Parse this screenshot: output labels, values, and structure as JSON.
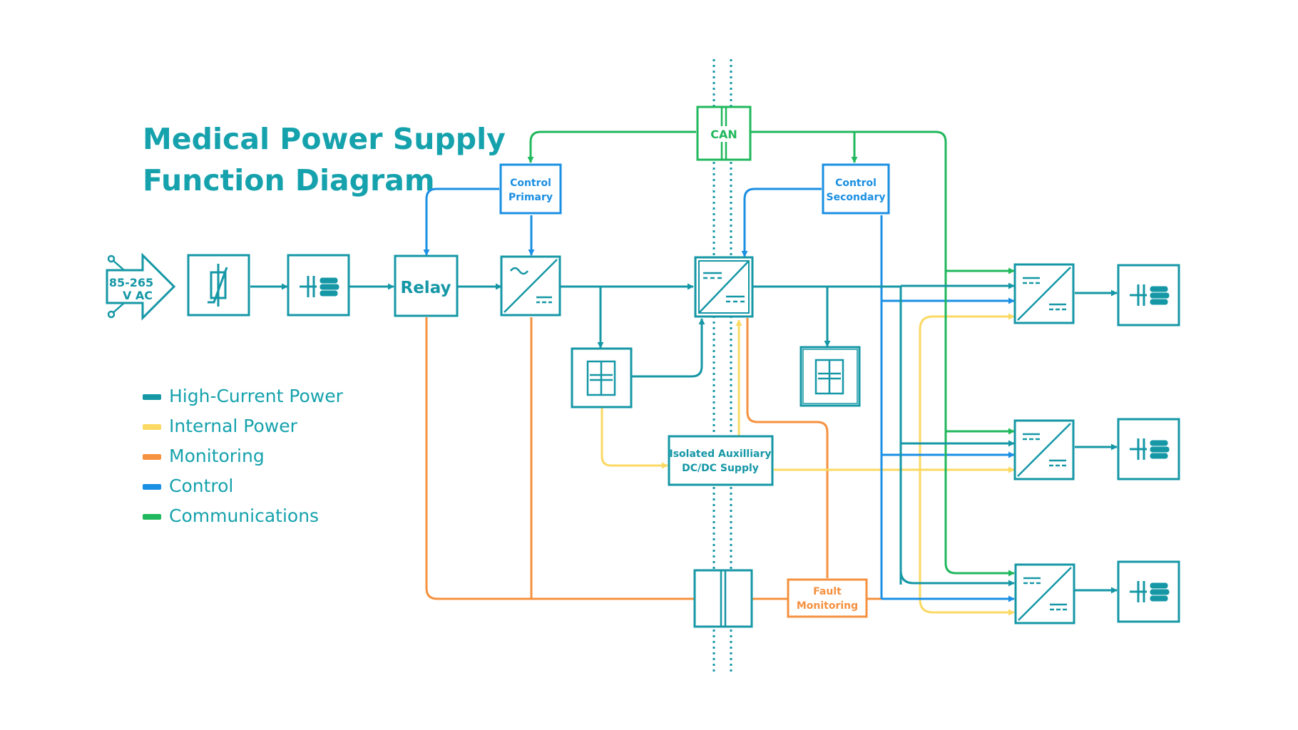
{
  "title": {
    "line1": "Medical Power Supply",
    "line2": "Function Diagram"
  },
  "legend": [
    {
      "label": "High-Current Power",
      "color": "#1597a6"
    },
    {
      "label": "Internal Power",
      "color": "#fbd962"
    },
    {
      "label": "Monitoring",
      "color": "#f5913f"
    },
    {
      "label": "Control",
      "color": "#1a8fe3"
    },
    {
      "label": "Communications",
      "color": "#20b85c"
    }
  ],
  "blocks": {
    "input": {
      "line1": "85-265",
      "line2": "V AC"
    },
    "relay": "Relay",
    "can": "CAN",
    "control_primary": {
      "line1": "Control",
      "line2": "Primary"
    },
    "control_secondary": {
      "line1": "Control",
      "line2": "Secondary"
    },
    "aux_supply": {
      "line1": "Isolated Auxilliary",
      "line2": "DC/DC Supply"
    },
    "fault_monitoring": {
      "line1": "Fault",
      "line2": "Monitoring"
    }
  },
  "icons": {
    "varistor": "varistor-icon",
    "emi_filter": "emi-filter-icon",
    "ac_dc": "ac-dc-converter-icon",
    "dc_dc": "dc-dc-converter-icon",
    "capacitor": "bulk-capacitor-icon",
    "isolation": "isolation-barrier-icon"
  }
}
